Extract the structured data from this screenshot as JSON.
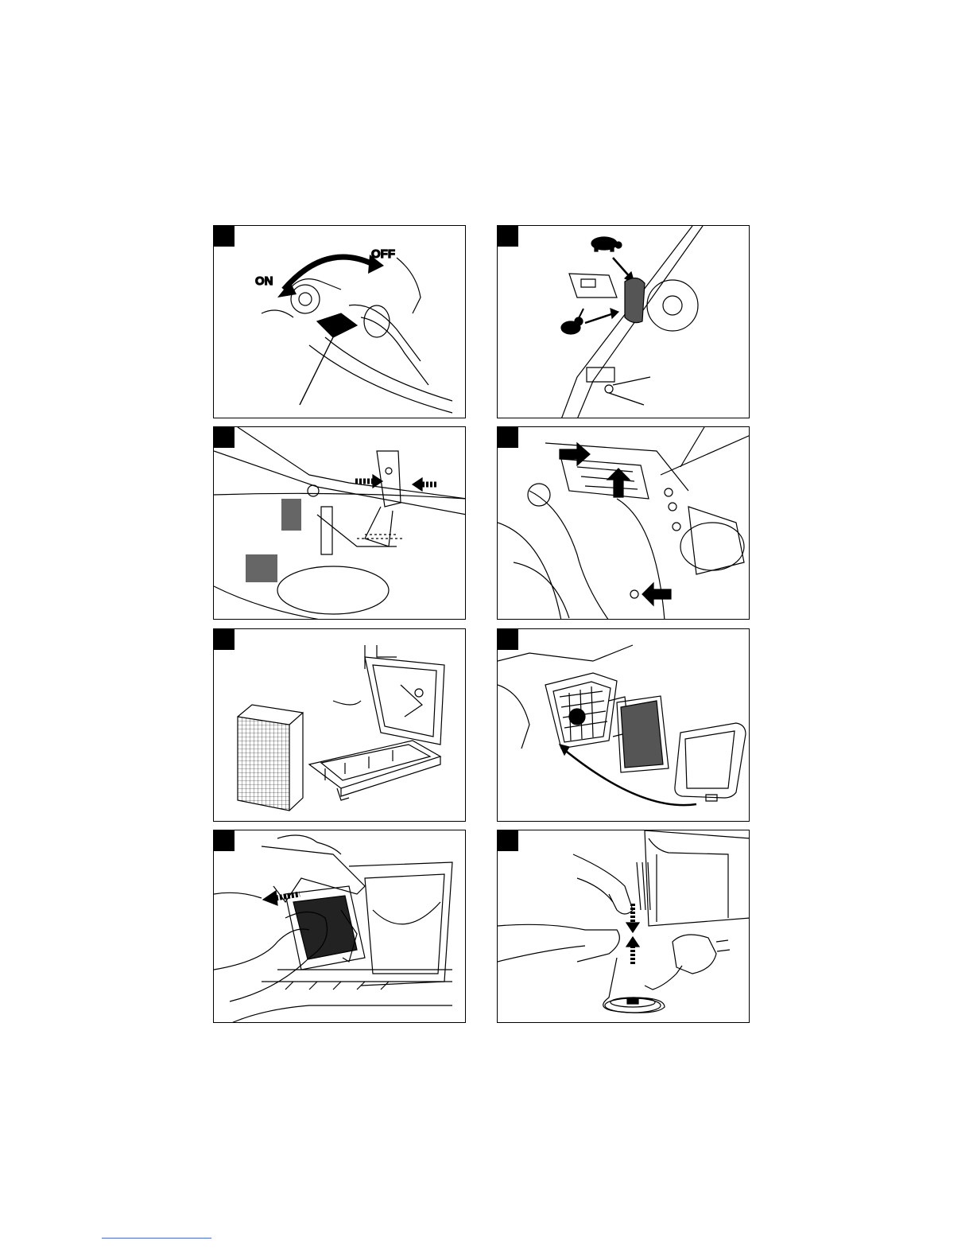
{
  "page": {
    "panels": [
      {
        "id": "1",
        "labels": {
          "on": "ON",
          "off": "OFF"
        },
        "icons": [
          "fuel-valve-icon",
          "curved-arrow-icon"
        ]
      },
      {
        "id": "2",
        "icons": [
          "turtle-icon",
          "rabbit-icon",
          "handle-lever-icon"
        ]
      },
      {
        "id": "3",
        "icons": [
          "height-lever-icon",
          "dashed-arrow-icon"
        ]
      },
      {
        "id": "4",
        "icons": [
          "screw-location-arrow-icon"
        ]
      },
      {
        "id": "5",
        "icons": [
          "air-filter-icon"
        ]
      },
      {
        "id": "6",
        "icons": [
          "filter-cover-icon"
        ]
      },
      {
        "id": "7",
        "icons": [
          "hands-removing-filter-icon"
        ]
      },
      {
        "id": "8",
        "icons": [
          "battery-charger-icon",
          "connector-icon"
        ]
      }
    ],
    "colors": {
      "ink": "#000000",
      "paper": "#ffffff",
      "footer_rule": "#4a6bd0"
    }
  }
}
